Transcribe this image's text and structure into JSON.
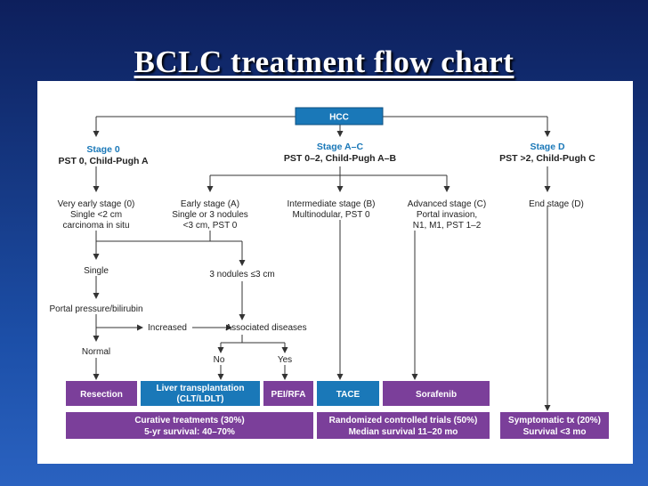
{
  "title": "BCLC treatment flow chart",
  "colors": {
    "purple": "#7b3f9a",
    "blue": "#1a78b8",
    "background": "#1c4fa8"
  },
  "root": "HCC",
  "stages": [
    {
      "name": "Stage 0",
      "desc": "PST 0, Child-Pugh A"
    },
    {
      "name": "Stage A–C",
      "desc": "PST 0–2, Child-Pugh A–B"
    },
    {
      "name": "Stage D",
      "desc": "PST >2, Child-Pugh C"
    }
  ],
  "substages": [
    {
      "lines": [
        "Very early stage (0)",
        "Single <2 cm",
        "carcinoma in situ"
      ]
    },
    {
      "lines": [
        "Early stage (A)",
        "Single or 3 nodules",
        "<3 cm, PST 0"
      ]
    },
    {
      "lines": [
        "Intermediate stage (B)",
        "Multinodular, PST 0"
      ]
    },
    {
      "lines": [
        "Advanced stage (C)",
        "Portal invasion,",
        "N1, M1, PST 1–2"
      ]
    },
    {
      "lines": [
        "End stage (D)"
      ]
    }
  ],
  "nodes": {
    "single": "Single",
    "three_nodules": "3 nodules ≤3 cm",
    "portal": "Portal pressure/bilirubin",
    "increased": "Increased",
    "associated": "Associated diseases",
    "normal": "Normal",
    "no": "No",
    "yes": "Yes"
  },
  "treatments": [
    {
      "lines": [
        "Resection"
      ],
      "color": "#7b3f9a"
    },
    {
      "lines": [
        "Liver transplantation",
        "(CLT/LDLT)"
      ],
      "color": "#1a78b8"
    },
    {
      "lines": [
        "PEI/RFA"
      ],
      "color": "#7b3f9a"
    },
    {
      "lines": [
        "TACE"
      ],
      "color": "#1a78b8"
    },
    {
      "lines": [
        "Sorafenib"
      ],
      "color": "#7b3f9a"
    }
  ],
  "outcomes": [
    {
      "lines": [
        "Curative treatments (30%)",
        "5-yr survival: 40–70%"
      ]
    },
    {
      "lines": [
        "Randomized controlled trials (50%)",
        "Median survival 11–20 mo"
      ]
    },
    {
      "lines": [
        "Symptomatic tx (20%)",
        "Survival <3 mo"
      ]
    }
  ]
}
